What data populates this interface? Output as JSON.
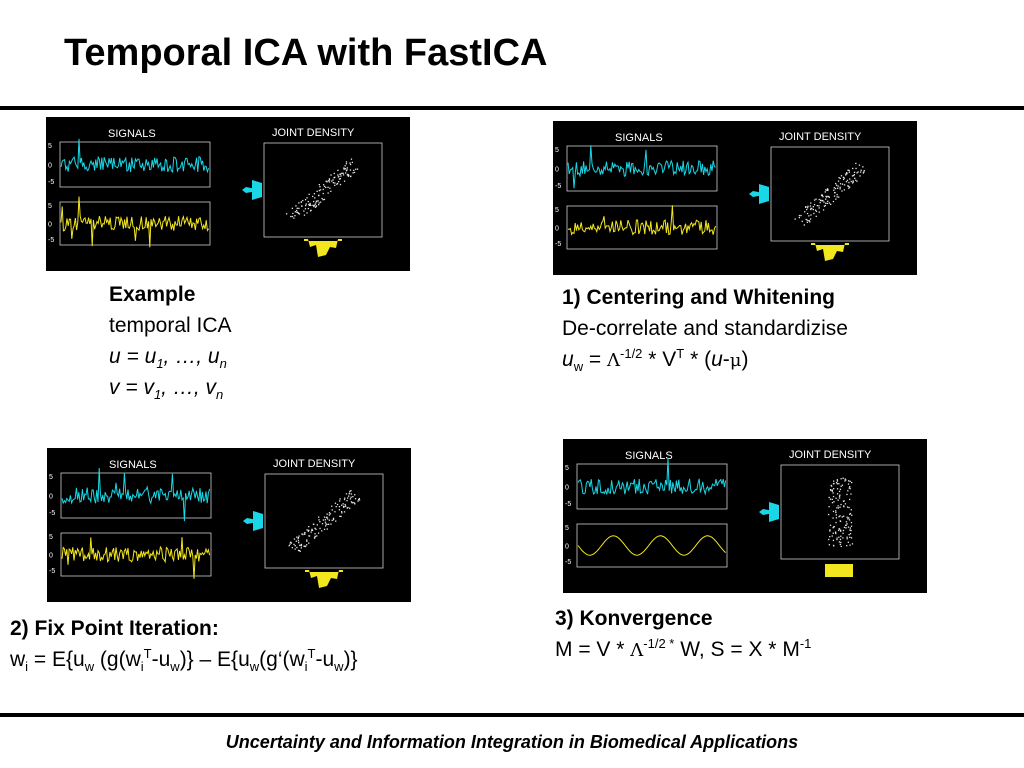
{
  "title": "Temporal ICA with FastICA",
  "footer": "Uncertainty and Information Integration in Biomedical Applications",
  "plot_labels": {
    "signals": "SIGNALS",
    "joint_density": "JOINT DENSITY",
    "ticks": [
      "5",
      "0",
      "-5"
    ]
  },
  "colors": {
    "cyan": "#19d7e6",
    "yellow": "#f2e61e",
    "background": "#000000",
    "text": "#000000"
  },
  "example": {
    "heading": "Example",
    "line1": "temporal ICA",
    "u_left": "u",
    "u_eq": " = ",
    "u_first": "u",
    "u_first_sub": "1",
    "u_sep": ", …, ",
    "u_last": "u",
    "u_last_sub": "n",
    "v_left": "v",
    "v_eq": " = ",
    "v_first": "v",
    "v_first_sub": "1",
    "v_sep": ", …,  ",
    "v_last": "v",
    "v_last_sub": "n"
  },
  "step1": {
    "heading": "1) Centering and Whitening",
    "line1": "De-correlate and standardizise",
    "f_u": "u",
    "f_u_sub": "w",
    "f_eq": " = ",
    "f_lambda": "Λ",
    "f_exp": "-1/2",
    "f_star1": " * V",
    "f_t": "T",
    "f_star2": " * (",
    "f_u2": "u",
    "f_minus": "-",
    "f_mu": "μ",
    "f_close": ")"
  },
  "step2": {
    "heading": "2) Fix Point Iteration:",
    "p1": "w",
    "p1_sub": "i",
    "p2": " = E{u",
    "p2_sub": "w",
    "p3": " (g(w",
    "p3_sub": "i",
    "p3_sup": "T",
    "p4": "-u",
    "p4_sub": "w",
    "p5": ")} – E{u",
    "p5_sub": "w",
    "p6": "(g‘(w",
    "p6_sub": "i",
    "p6_sup": "T",
    "p7": "-u",
    "p7_sub": "w",
    "p8": ")}"
  },
  "step3": {
    "heading": "3) Konvergence",
    "p1": "M = V * ",
    "p1_lambda": "Λ",
    "p1_exp": "-1/2 *",
    "p2": " W,  S = X * M",
    "p2_exp": "-1"
  }
}
